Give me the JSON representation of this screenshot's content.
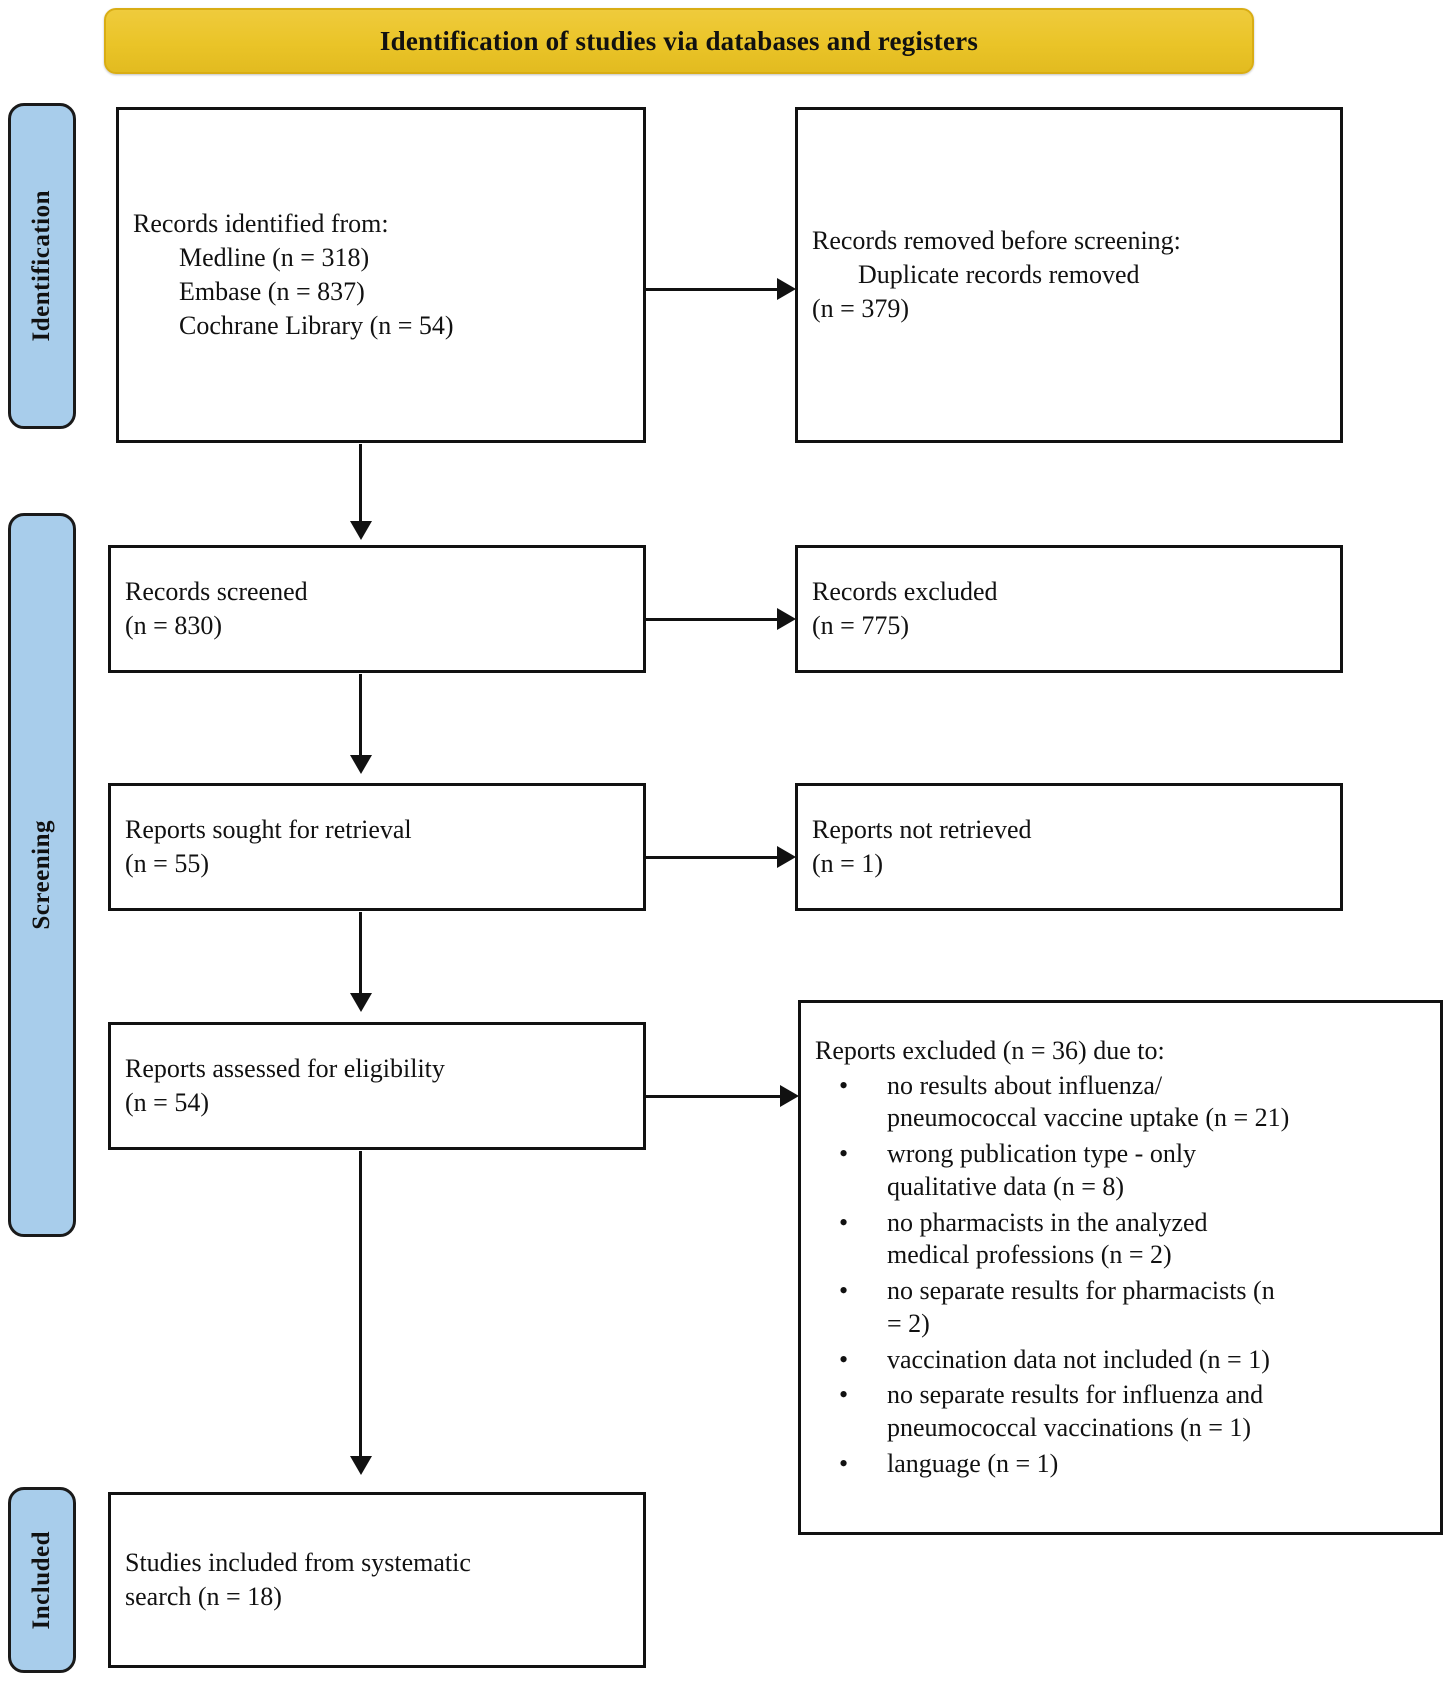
{
  "banner": {
    "title": "Identification of studies via databases and registers"
  },
  "phases": [
    {
      "key": "identification",
      "label": "Identification"
    },
    {
      "key": "screening",
      "label": "Screening"
    },
    {
      "key": "included",
      "label": "Included"
    }
  ],
  "boxes": {
    "records_identified": {
      "lines": [
        {
          "text": "Records identified from:",
          "indent": false
        },
        {
          "text": "Medline (n = 318)",
          "indent": true
        },
        {
          "text": "Embase (n = 837)",
          "indent": true
        },
        {
          "text": "Cochrane Library (n = 54)",
          "indent": true
        }
      ]
    },
    "records_removed": {
      "lines": [
        {
          "text": "Records removed before screening:",
          "indent": false
        },
        {
          "text": "Duplicate records removed",
          "indent": true
        },
        {
          "text": "(n = 379)",
          "indent": false
        }
      ]
    },
    "records_screened": {
      "lines": [
        {
          "text": "Records screened",
          "indent": false
        },
        {
          "text": "(n = 830)",
          "indent": false
        }
      ]
    },
    "records_excluded": {
      "lines": [
        {
          "text": "Records excluded",
          "indent": false
        },
        {
          "text": "(n = 775)",
          "indent": false
        }
      ]
    },
    "reports_sought": {
      "lines": [
        {
          "text": "Reports sought for retrieval",
          "indent": false
        },
        {
          "text": "(n = 55)",
          "indent": false
        }
      ]
    },
    "reports_not_retrieved": {
      "lines": [
        {
          "text": "Reports not retrieved",
          "indent": false
        },
        {
          "text": "(n = 1)",
          "indent": false
        }
      ]
    },
    "reports_assessed": {
      "lines": [
        {
          "text": "Reports assessed for eligibility",
          "indent": false
        },
        {
          "text": "(n = 54)",
          "indent": false
        }
      ]
    },
    "studies_included": {
      "lines": [
        {
          "text": "Studies included from systematic",
          "indent": false
        },
        {
          "text": "search (n = 18)",
          "indent": false
        }
      ]
    },
    "reports_excluded": {
      "title": "Reports excluded (n = 36) due to:",
      "bullet_glyph": "•",
      "items": [
        "no results about influenza/\npneumococcal vaccine uptake (n = 21)",
        "wrong publication type - only\nqualitative data (n = 8)",
        "no pharmacists in the analyzed\nmedical professions (n = 2)",
        "no separate results for pharmacists (n\n= 2)",
        "vaccination data not included (n = 1)",
        "no separate results for influenza and\npneumococcal vaccinations (n = 1)",
        "language (n = 1)"
      ]
    }
  },
  "colors": {
    "banner_fill": "#EAC428",
    "banner_border": "#D9AD14",
    "phase_fill": "#A8CDEB",
    "stroke": "#111111",
    "box_fill": "#FFFFFF"
  }
}
